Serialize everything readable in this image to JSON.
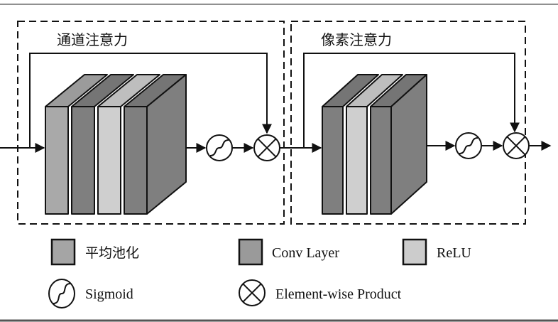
{
  "modules": [
    {
      "title": "通道注意力",
      "layers": [
        "pool",
        "conv",
        "relu",
        "conv"
      ],
      "ops": [
        "sigmoid",
        "product"
      ]
    },
    {
      "title": "像素注意力",
      "layers": [
        "conv",
        "relu",
        "conv"
      ],
      "ops": [
        "sigmoid",
        "product"
      ]
    }
  ],
  "legend": {
    "pool": {
      "label": "平均池化",
      "icon": "pool-swatch-icon"
    },
    "conv": {
      "label": "Conv Layer",
      "icon": "conv-swatch-icon"
    },
    "relu": {
      "label": "ReLU",
      "icon": "relu-swatch-icon"
    },
    "sigmoid": {
      "label": "Sigmoid",
      "icon": "sigmoid-icon"
    },
    "product": {
      "label": "Element-wise Product",
      "icon": "element-wise-product-icon"
    }
  },
  "colors": {
    "pool": "#a9a9a9",
    "conv": "#7f7f7f",
    "relu": "#cfcfcf",
    "legend_pool": "#a5a5a5",
    "legend_conv": "#9a9a9a",
    "legend_relu": "#cccccc",
    "stroke": "#111111",
    "rule": "#555555"
  }
}
